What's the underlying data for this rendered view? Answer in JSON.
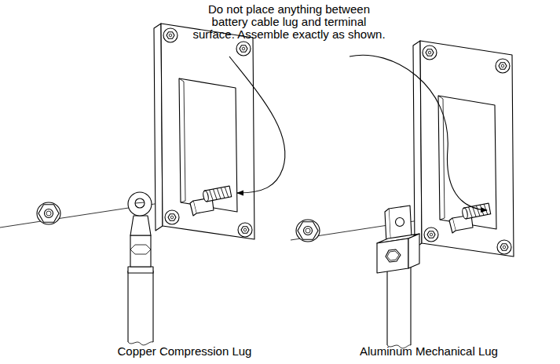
{
  "diagram": {
    "labels": [
      "Do not place anything between battery cable lug and terminal surface. Assemble exactly as shown.",
      "Copper Compression Lug",
      "Aluminum Mechanical Lug"
    ]
  }
}
